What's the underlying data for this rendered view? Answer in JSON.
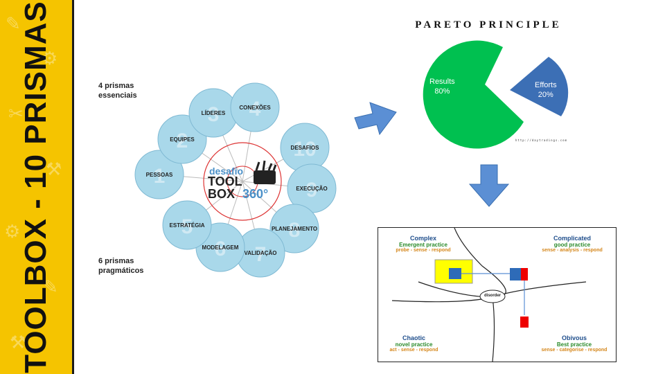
{
  "sidebar": {
    "title": "TOOLBOX - 10 PRISMAS"
  },
  "colors": {
    "sidebar": "#f5c400",
    "bubble": "#a9d8ea",
    "pie_results": "#00c050",
    "pie_efforts": "#3c6fb5",
    "arrow": "#5b8fd4"
  },
  "prisms": {
    "essential_heading": "4 prismas\nessenciais",
    "pragmatic_heading": "6 prismas\npragmáticos",
    "items": [
      {
        "number": "1",
        "label": "PESSOAS"
      },
      {
        "number": "2",
        "label": "EQUIPES"
      },
      {
        "number": "3",
        "label": "LÍDERES"
      },
      {
        "number": "4",
        "label": "CONEXÕES"
      },
      {
        "number": "10",
        "label": "DESAFIOS"
      },
      {
        "number": "9",
        "label": "EXECUÇÃO"
      },
      {
        "number": "8",
        "label": "PLANEJAMENTO"
      },
      {
        "number": "7",
        "label": "VALIDAÇÃO"
      },
      {
        "number": "6",
        "label": "MODELAGEM"
      },
      {
        "number": "5",
        "label": "ESTRATÉGIA"
      }
    ]
  },
  "logo": {
    "line1": "desafio",
    "line2": "TOOL",
    "line3": "BOX",
    "suffix": "360°"
  },
  "pareto": {
    "title": "PARETO PRINCIPLE",
    "results_label": "Results",
    "results_value": "80%",
    "efforts_label": "Efforts",
    "efforts_value": "20%",
    "source": "http://daytradings.com"
  },
  "cynefin": {
    "complex": {
      "name": "Complex",
      "practice": "Emergent practice",
      "steps": "probe - sense - respond"
    },
    "complicated": {
      "name": "Complicated",
      "practice": "good practice",
      "steps": "sense - analysis - respond"
    },
    "chaotic": {
      "name": "Chaotic",
      "practice": "novel practice",
      "steps": "act - sense - respond"
    },
    "obvious": {
      "name": "Obivous",
      "practice": "Best practice",
      "steps": "sense - categorise - respond"
    },
    "center": "disorder"
  }
}
